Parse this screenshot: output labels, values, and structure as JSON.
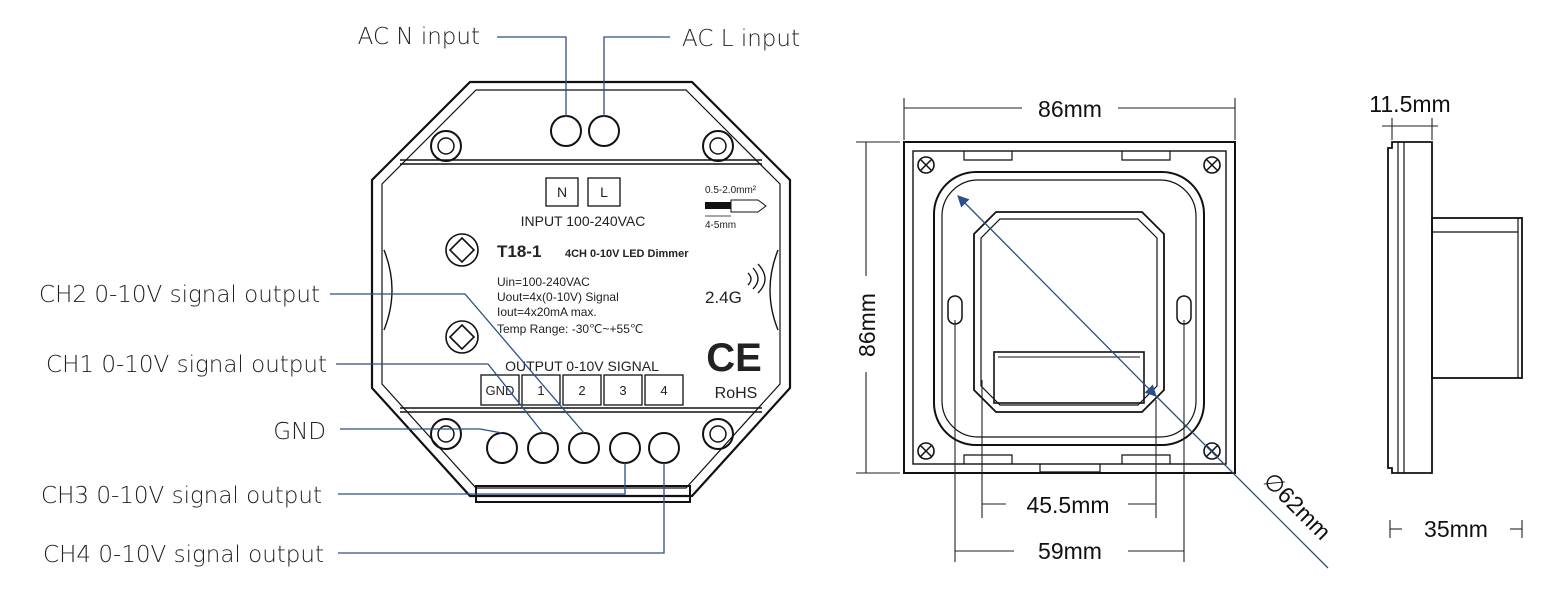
{
  "callouts": {
    "ac_n": "AC N input",
    "ac_l": "AC L input",
    "ch2": "CH2 0-10V signal output",
    "ch1": "CH1 0-10V signal output",
    "gnd": "GND",
    "ch3": "CH3 0-10V signal output",
    "ch4": "CH4 0-10V signal output"
  },
  "device": {
    "term_n": "N",
    "term_l": "L",
    "input_label": "INPUT 100-240VAC",
    "wire_gauge": "0.5-2.0mm²",
    "strip_length": "4-5mm",
    "model": "T18-1",
    "model_desc": "4CH 0-10V LED Dimmer",
    "spec_uin": "Uin=100-240VAC",
    "spec_uout": "Uout=4x(0-10V) Signal",
    "spec_iout": "Iout=4x20mA max.",
    "spec_temp": "Temp Range: -30℃~+55℃",
    "rf": "2.4G",
    "ce": "CE",
    "rohs": "RoHS",
    "output_label": "OUTPUT 0-10V SIGNAL",
    "out_terms": [
      "GND",
      "1",
      "2",
      "3",
      "4"
    ]
  },
  "dimensions": {
    "width_top": "86mm",
    "height_left": "86mm",
    "inner_45": "45.5mm",
    "inner_59": "59mm",
    "diameter": "∅62mm",
    "depth_top": "11.5mm",
    "depth_bottom": "35mm"
  }
}
